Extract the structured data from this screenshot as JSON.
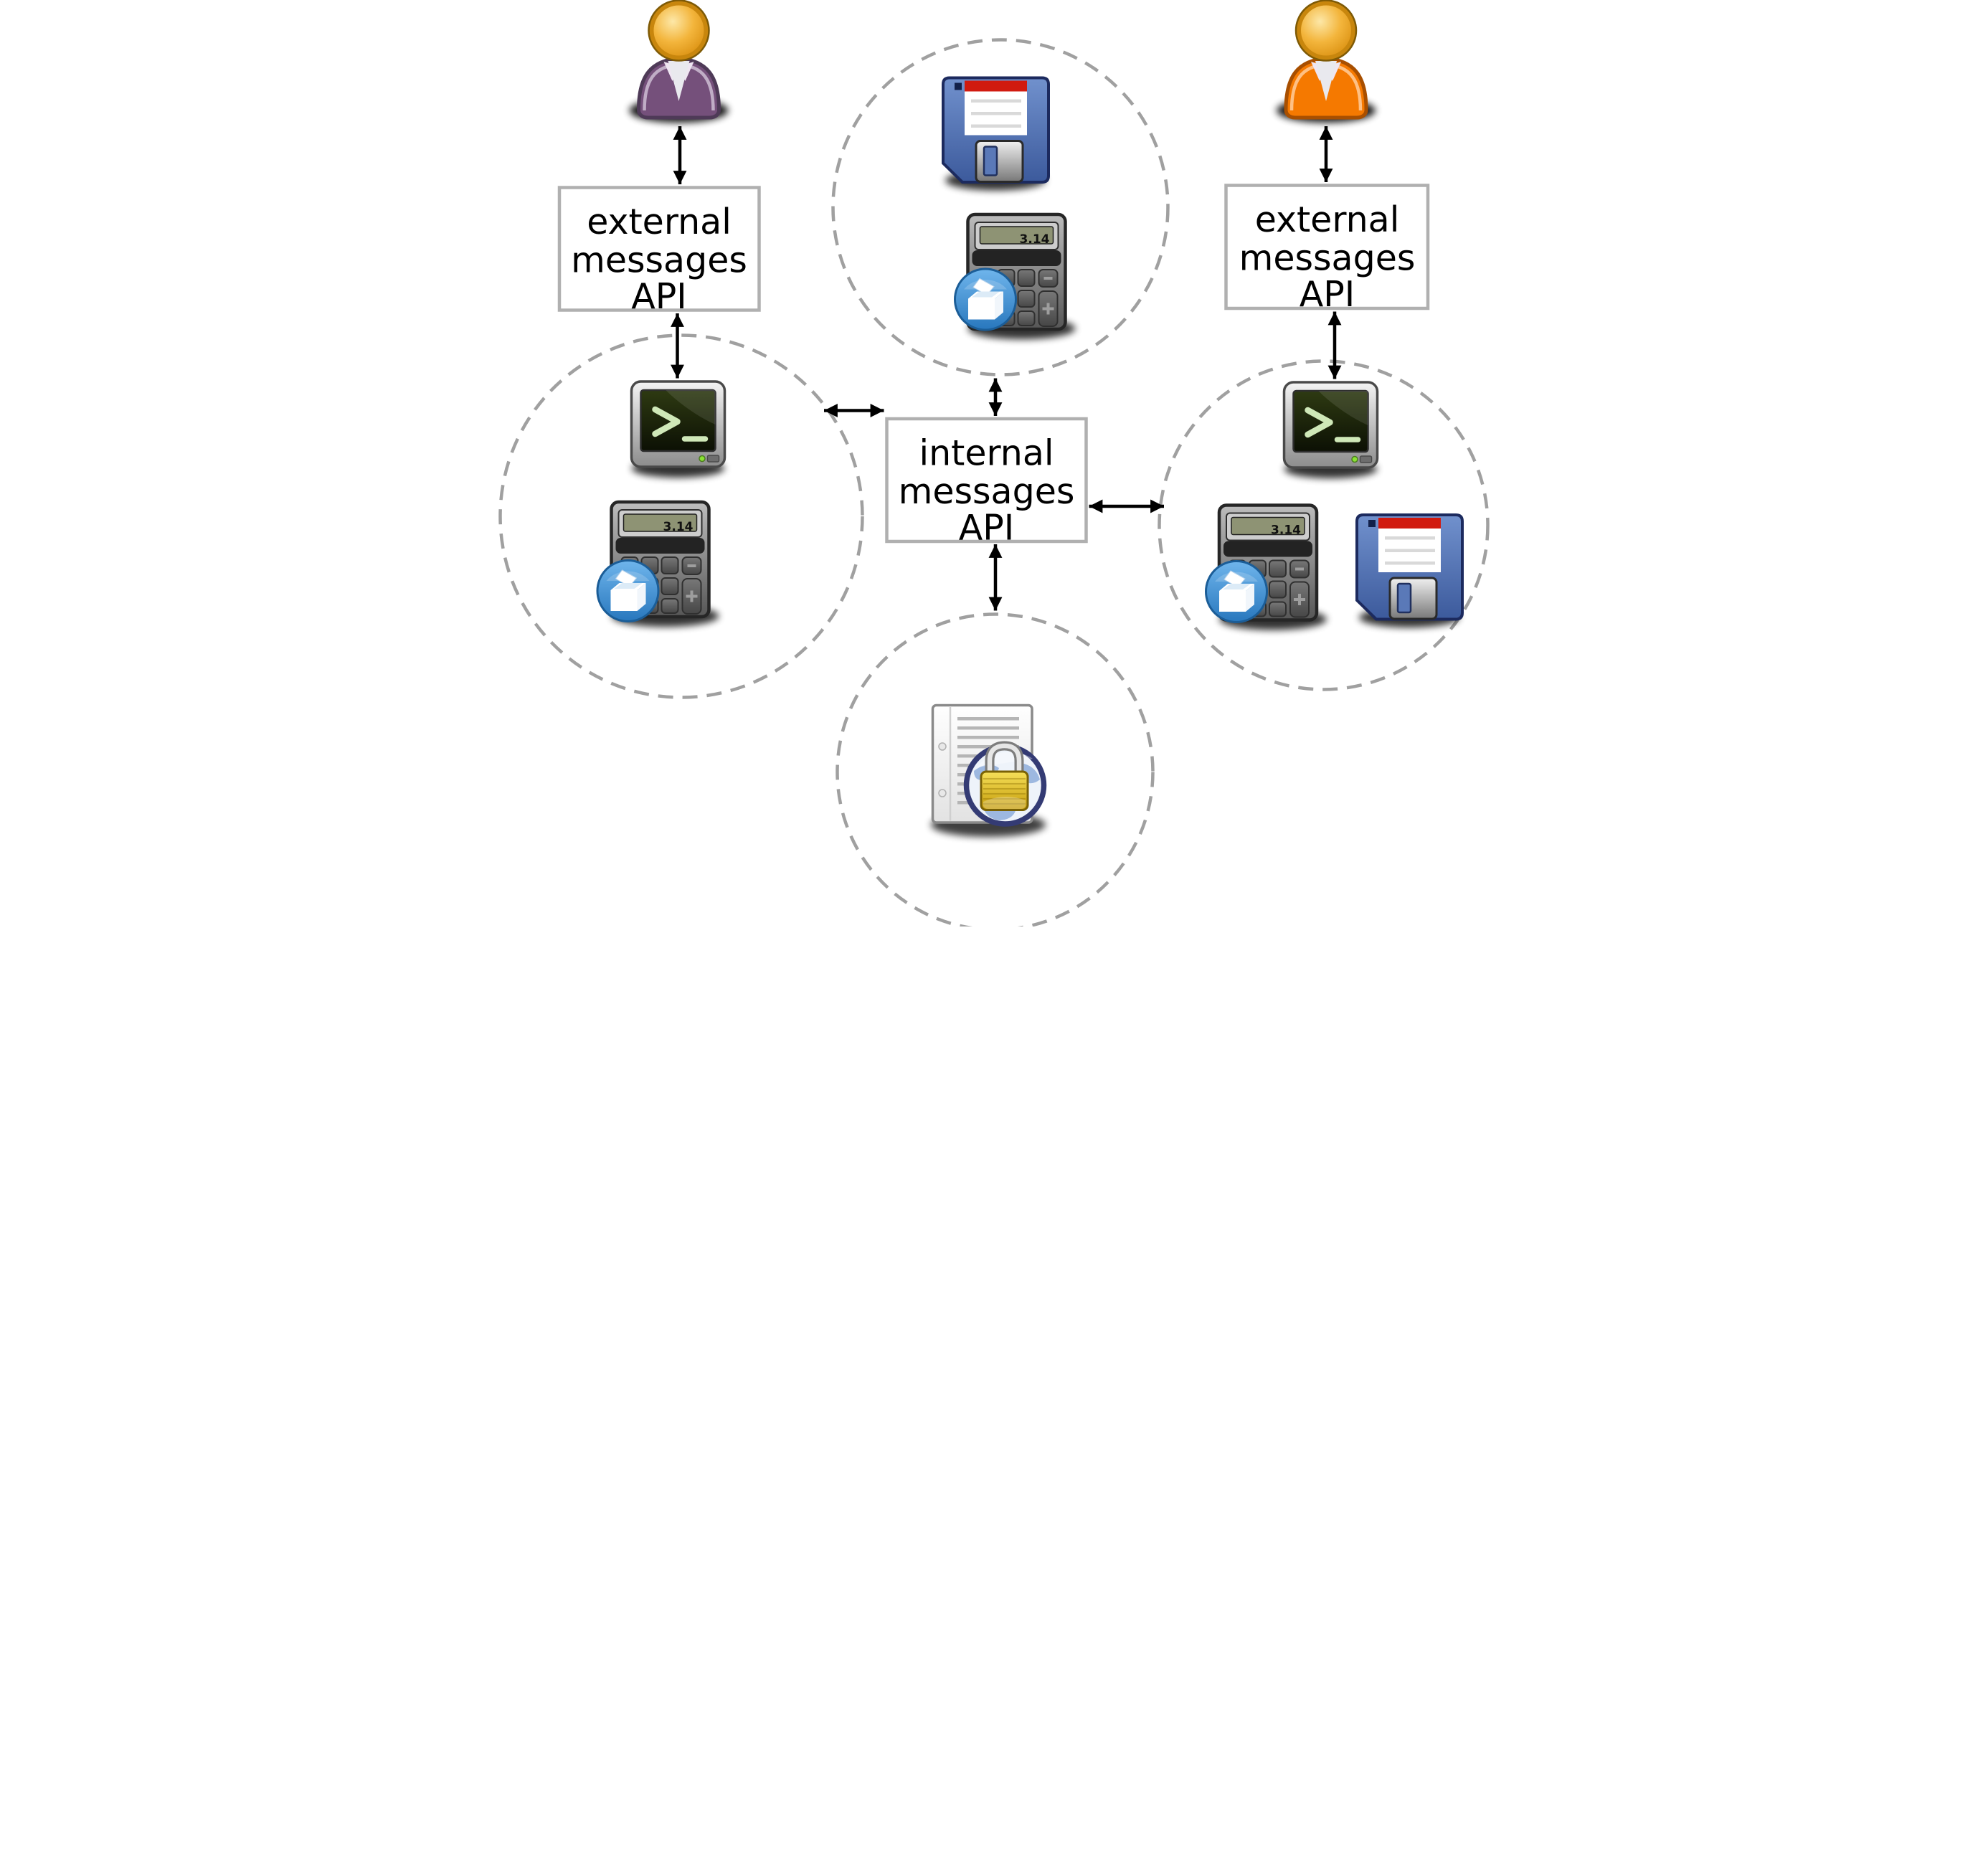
{
  "nodes": {
    "user_left": {
      "icon": "person-icon",
      "color": "#75507b"
    },
    "external_api_left": {
      "lines": [
        "external",
        "messages",
        "API"
      ]
    },
    "cluster_left": {
      "icons": [
        "terminal-icon",
        "calculator-icon",
        "ballot-box-icon"
      ]
    },
    "cluster_top": {
      "icons": [
        "floppy-disk-icon",
        "calculator-icon",
        "ballot-box-icon"
      ]
    },
    "internal_api": {
      "lines": [
        "internal",
        "messages",
        "API"
      ]
    },
    "user_right": {
      "icon": "person-icon",
      "color": "#f57900"
    },
    "external_api_right": {
      "lines": [
        "external",
        "messages",
        "API"
      ]
    },
    "cluster_right": {
      "icons": [
        "terminal-icon",
        "calculator-icon",
        "ballot-box-icon",
        "floppy-disk-icon"
      ]
    },
    "cluster_bottom": {
      "icons": [
        "locked-document-icon"
      ]
    }
  },
  "calculator": {
    "display": "3.14"
  },
  "colors": {
    "box_border": "#b0b0b0",
    "cluster_dash": "#a0a0a0",
    "arrow": "#000000",
    "user_left_body": "#75507b",
    "user_right_body": "#f57900",
    "head_gold": "#f3b53c",
    "floppy_blue": "#4e6fad",
    "floppy_label_bar": "#d11a0f",
    "ballot_blue": "#2a7dc4",
    "lock_gold": "#e0bc1e",
    "terminal_green": "#cfe8b8"
  }
}
